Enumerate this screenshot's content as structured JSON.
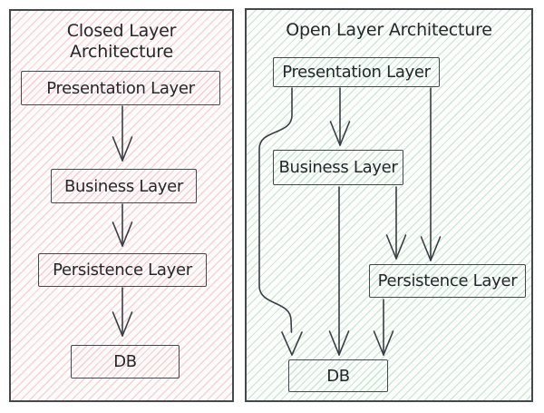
{
  "diagram": {
    "closed": {
      "title": [
        "Closed Layer",
        "Architecture"
      ],
      "nodes": {
        "presentation": "Presentation Layer",
        "business": "Business Layer",
        "persistence": "Persistence Layer",
        "db": "DB"
      },
      "edges": [
        {
          "from": "Presentation Layer",
          "to": "Business Layer"
        },
        {
          "from": "Business Layer",
          "to": "Persistence Layer"
        },
        {
          "from": "Persistence Layer",
          "to": "DB"
        }
      ]
    },
    "open": {
      "title": [
        "Open Layer Architecture"
      ],
      "nodes": {
        "presentation": "Presentation Layer",
        "business": "Business Layer",
        "persistence": "Persistence Layer",
        "db": "DB"
      },
      "edges": [
        {
          "from": "Presentation Layer",
          "to": "Business Layer"
        },
        {
          "from": "Presentation Layer",
          "to": "Persistence Layer"
        },
        {
          "from": "Presentation Layer",
          "to": "DB"
        },
        {
          "from": "Business Layer",
          "to": "Persistence Layer"
        },
        {
          "from": "Business Layer",
          "to": "DB"
        },
        {
          "from": "Persistence Layer",
          "to": "DB"
        }
      ]
    },
    "colors": {
      "closed_hatch": "#f2c4cb",
      "open_hatch": "#cfe6d5",
      "stroke": "#383e44",
      "background": "#ffffff"
    }
  }
}
